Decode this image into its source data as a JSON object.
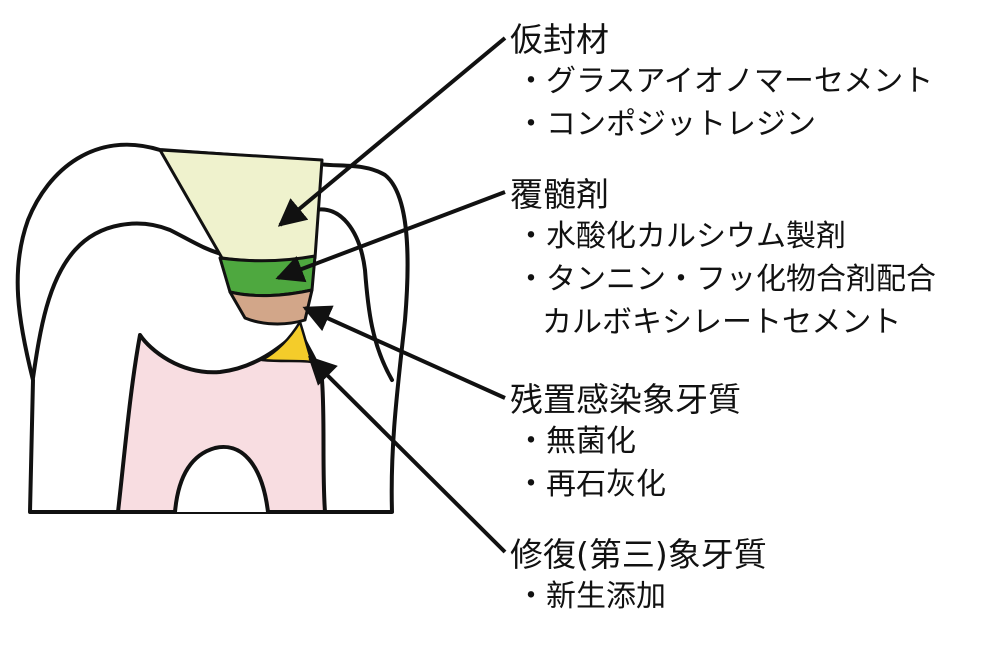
{
  "diagram": {
    "colors": {
      "outline": "#111111",
      "temporary_filling": "#eff2cd",
      "pulp_capping_agent": "#4ea83f",
      "residual_infected_dentin": "#d2a689",
      "reparative_dentin": "#f4cc2a",
      "pulp": "#f8dde1",
      "enamel_dentin_background": "#ffffff"
    },
    "callouts": [
      {
        "heading": "仮封材",
        "items": [
          "・グラスアイオノマーセメント",
          "・コンポジットレジン"
        ]
      },
      {
        "heading": "覆髄剤",
        "items": [
          "・水酸化カルシウム製剤",
          "・タンニン・フッ化物合剤配合",
          "カルボキシレートセメント"
        ]
      },
      {
        "heading": "残置感染象牙質",
        "items": [
          "・無菌化",
          "・再石灰化"
        ]
      },
      {
        "heading": "修復(第三)象牙質",
        "items": [
          "・新生添加"
        ]
      }
    ]
  }
}
